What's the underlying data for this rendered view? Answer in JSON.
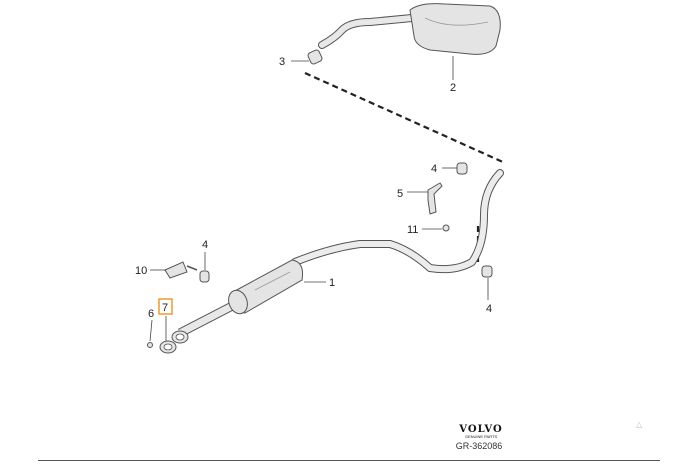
{
  "callouts": {
    "p1": "1",
    "p2": "2",
    "p3": "3",
    "p4a": "4",
    "p4b": "4",
    "p4c": "4",
    "p5": "5",
    "p6": "6",
    "p7": "7",
    "p10": "10",
    "p11": "11"
  },
  "highlight_color": "#f29a2e",
  "footer": {
    "brand": "VOLVO",
    "brand_sub": "GENUINE PARTS",
    "diagram_code": "GR-362086",
    "mark": "△"
  }
}
